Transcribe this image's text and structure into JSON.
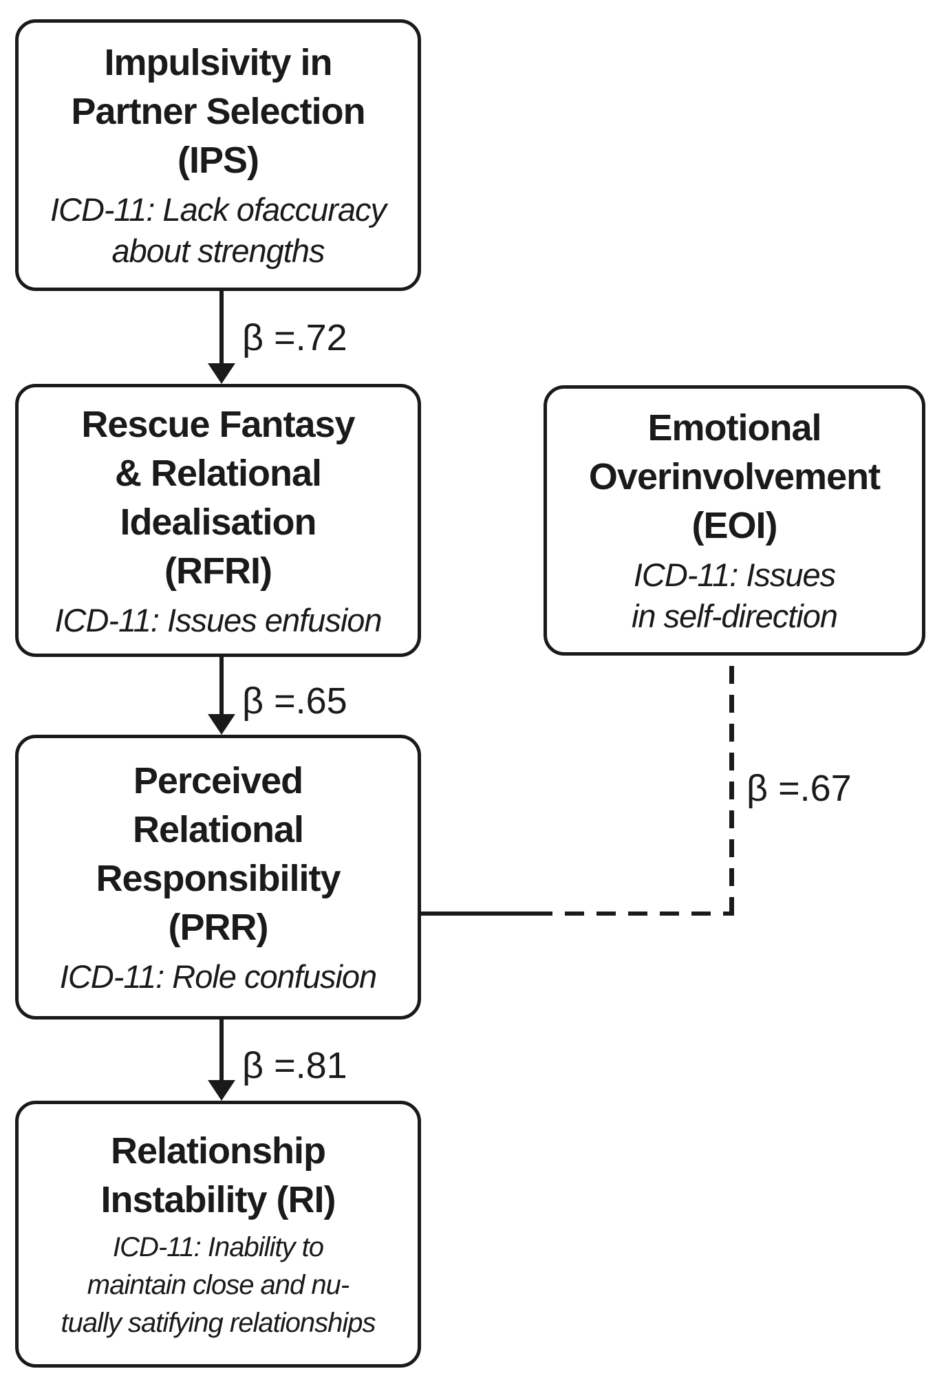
{
  "diagram": {
    "type": "path-model-flowchart",
    "colors": {
      "line": "#1a1a1a",
      "background": "#ffffff"
    },
    "nodes": {
      "ips": {
        "title": "Impulsivity in\nPartner Selection\n(IPS)",
        "subtitle": "ICD-11: Lack ofaccuracy\nabout strengths"
      },
      "rfri": {
        "title": "Rescue Fantasy\n& Relational\nIdealisation\n(RFRI)",
        "subtitle": "ICD-11: Issues enfusion"
      },
      "prr": {
        "title": "Perceived\nRelational\nResponsibility\n(PRR)",
        "subtitle": "ICD-11: Role confusion"
      },
      "ri": {
        "title": "Relationship\nInstability (RI)",
        "subtitle": "ICD-11: Inability to\nmaintain close and nu-\ntually satifying relationships"
      },
      "eoi": {
        "title": "Emotional\nOverinvolvement\n(EOI)",
        "subtitle": "ICD-11: Issues\nin self-direction"
      }
    },
    "edges": {
      "ips_to_rfri": {
        "from": "IPS",
        "to": "RFRI",
        "style": "solid-arrow",
        "label": "β =.72"
      },
      "rfri_to_prr": {
        "from": "RFRI",
        "to": "PRR",
        "style": "solid-arrow",
        "label": "β =.65"
      },
      "prr_to_ri": {
        "from": "PRR",
        "to": "RI",
        "style": "solid-arrow",
        "label": "β =.81"
      },
      "eoi_to_prr": {
        "from": "EOI",
        "to": "PRR",
        "style": "dashed-line",
        "label": "β =.67"
      }
    }
  }
}
